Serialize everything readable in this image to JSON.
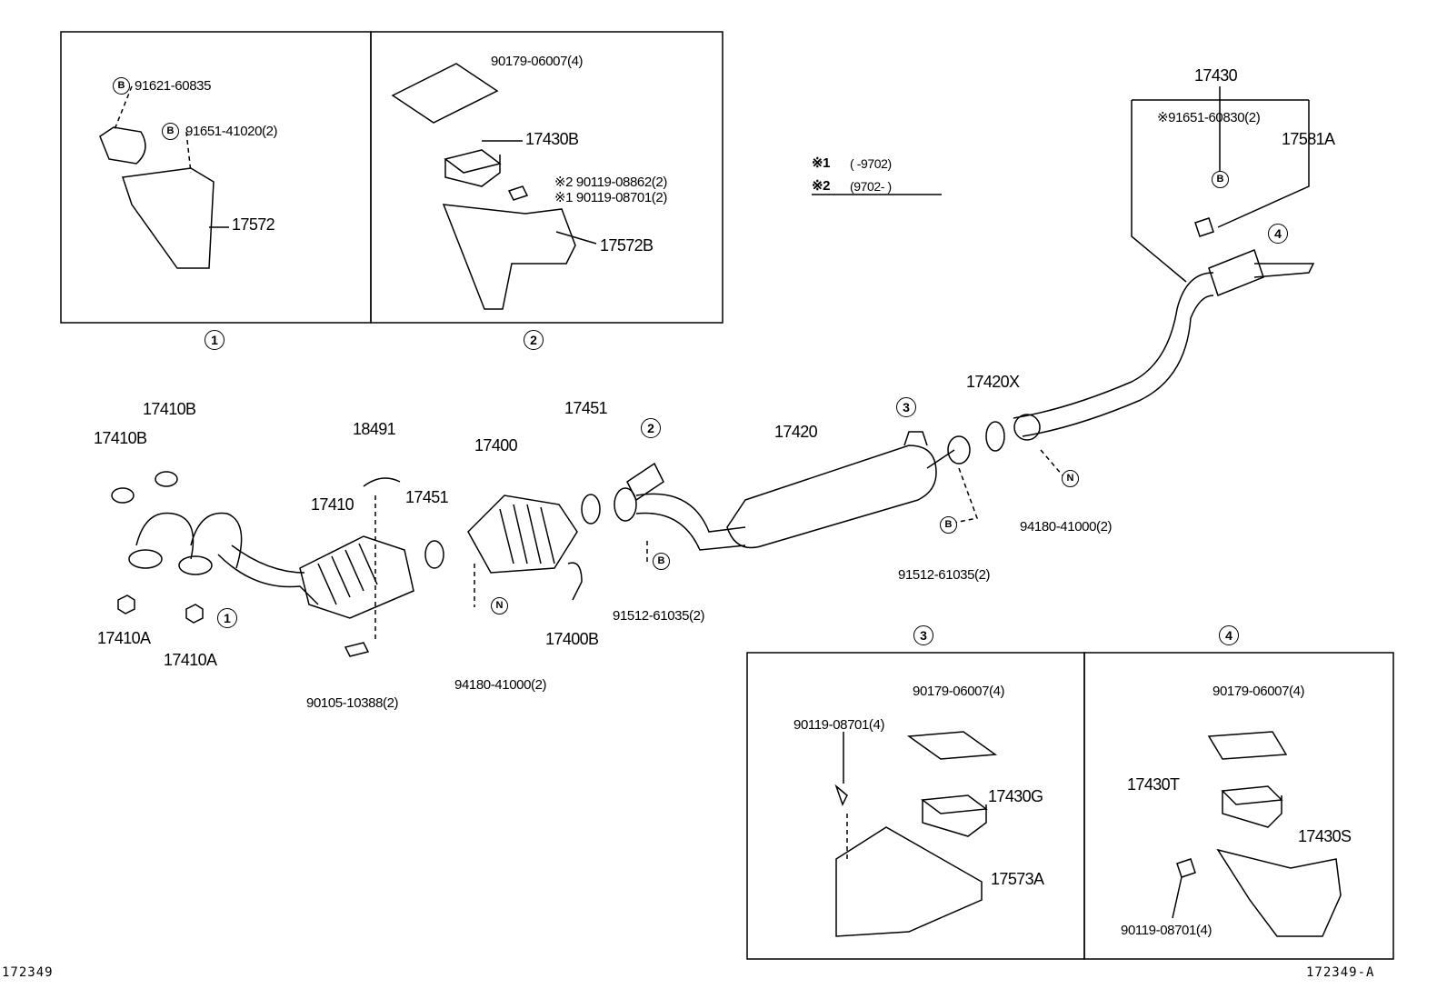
{
  "diagram_id": "172349",
  "diagram_id_alt": "172349-A",
  "note": {
    "line1_mark": "※1",
    "line1_range": "(      -9702)",
    "line2_mark": "※2",
    "line2_range": "(9702-      )"
  },
  "callouts": {
    "one": "1",
    "two": "2",
    "three": "3",
    "four": "4"
  },
  "markers": {
    "b": "B",
    "n": "N"
  },
  "detail_1": {
    "p1": "91621-60835",
    "p2": "91651-41020(2)",
    "p3": "17572"
  },
  "detail_2": {
    "p1": "90179-06007(4)",
    "p2": "17430B",
    "p3": "※2  90119-08862(2)",
    "p4": "※1  90119-08701(2)",
    "p5": "17572B"
  },
  "detail_3": {
    "p1": "90179-06007(4)",
    "p2": "90119-08701(4)",
    "p3": "17430G",
    "p4": "17573A"
  },
  "detail_4": {
    "p1": "90179-06007(4)",
    "p2": "17430T",
    "p3": "17430S",
    "p4": "90119-08701(4)"
  },
  "main": {
    "tail_assy": "17430",
    "tail_bolt": "※91651-60830(2)",
    "tail_hanger": "17581A",
    "gasket_rear": "17420X",
    "muffler": "17420",
    "nut_rear": "94180-41000(2)",
    "bolt_rear": "91512-61035(2)",
    "gasket_mid": "17451",
    "converter": "17400",
    "bolt_mid": "91512-61035(2)",
    "bracket_conv": "17400B",
    "nut_mid": "94180-41000(2)",
    "gasket_b1": "17410B",
    "gasket_b2": "17410B",
    "heat_insulator": "18491",
    "front_pipe": "17410",
    "gasket_front": "17451",
    "nut_a1": "17410A",
    "nut_a2": "17410A",
    "bolt_front": "90105-10388(2)"
  }
}
